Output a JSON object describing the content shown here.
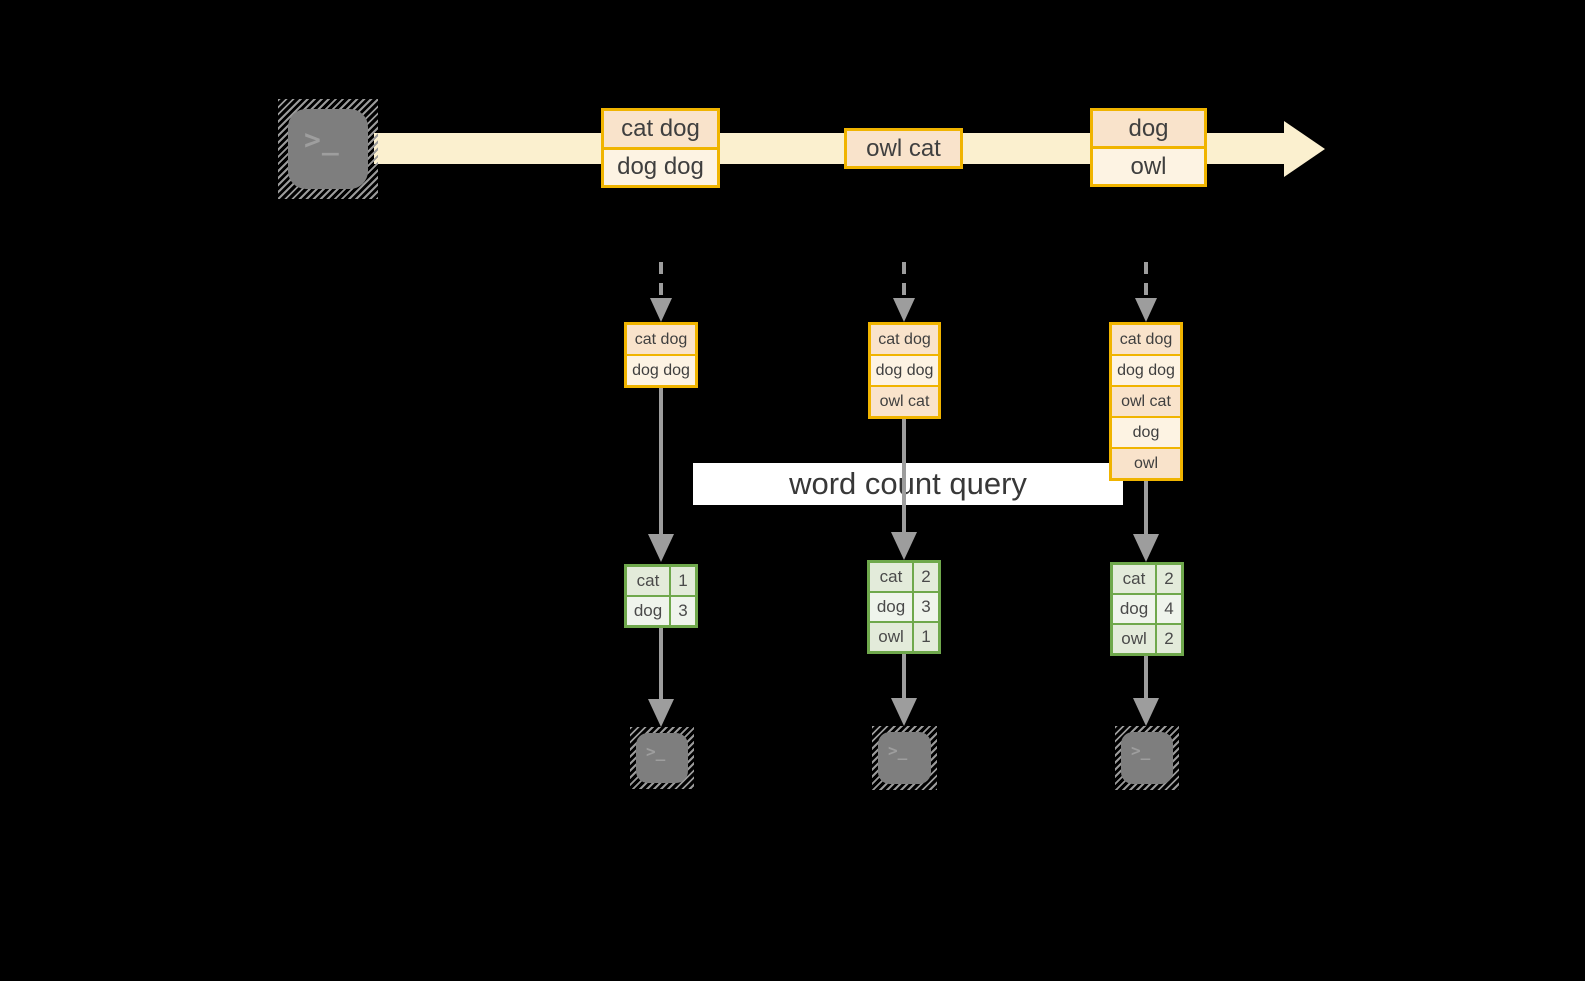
{
  "colors": {
    "gold": "#f0b400",
    "peach": "#f9e3cb",
    "cream": "#fdf3e3",
    "band": "#fbf0cf",
    "green": "#6fa84c",
    "green-dark": "#e3ebda",
    "green-light": "#eff4ec",
    "arrow": "#9d9d9d",
    "terminal-body": "#7e7e7e",
    "terminal-glyph": "#9e9e9e",
    "label-bg": "#ffffff"
  },
  "source": {
    "glyph": ">_"
  },
  "stream": {
    "batches": [
      {
        "cells": [
          "cat dog",
          "dog dog"
        ]
      },
      {
        "cells": [
          "owl cat"
        ]
      },
      {
        "cells": [
          "dog",
          "owl"
        ]
      }
    ]
  },
  "query": {
    "label": "word count query"
  },
  "columns": [
    {
      "state": [
        "cat dog",
        "dog dog"
      ],
      "counts": [
        {
          "word": "cat",
          "count": "1"
        },
        {
          "word": "dog",
          "count": "3"
        }
      ]
    },
    {
      "state": [
        "cat dog",
        "dog dog",
        "owl cat"
      ],
      "counts": [
        {
          "word": "cat",
          "count": "2"
        },
        {
          "word": "dog",
          "count": "3"
        },
        {
          "word": "owl",
          "count": "1"
        }
      ]
    },
    {
      "state": [
        "cat dog",
        "dog dog",
        "owl cat",
        "dog",
        "owl"
      ],
      "counts": [
        {
          "word": "cat",
          "count": "2"
        },
        {
          "word": "dog",
          "count": "4"
        },
        {
          "word": "owl",
          "count": "2"
        }
      ]
    }
  ],
  "sinks": [
    {
      "glyph": ">_"
    },
    {
      "glyph": ">_"
    },
    {
      "glyph": ">_"
    }
  ]
}
